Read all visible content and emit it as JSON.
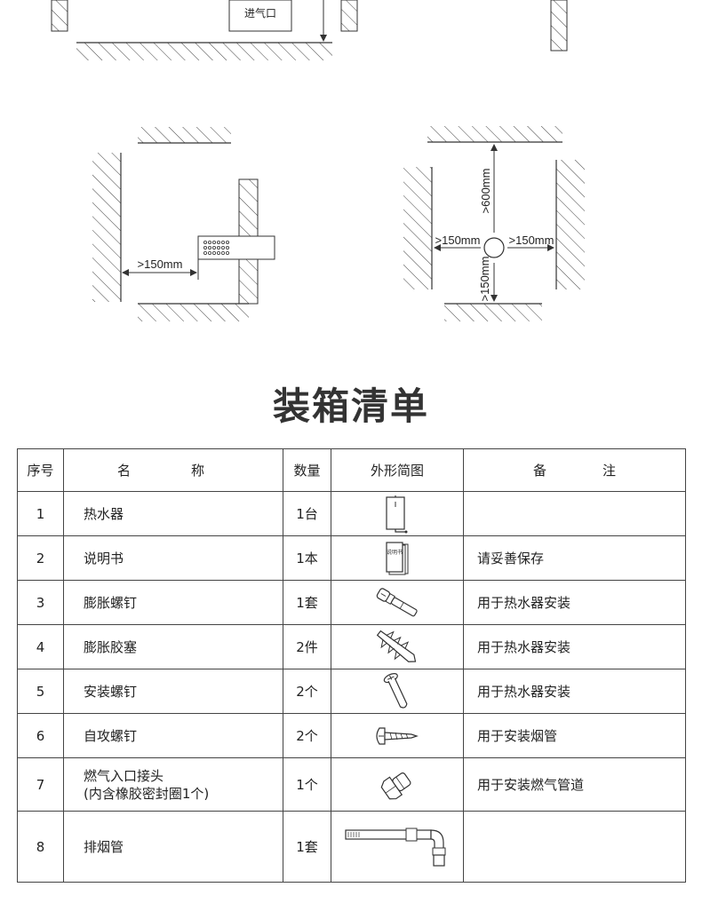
{
  "diagram": {
    "inlet_label": "进气口",
    "clearance_side": ">150mm",
    "clearance_top": ">600mm",
    "clearance_left": ">150mm",
    "clearance_right": ">150mm",
    "clearance_bottom": ">150mm"
  },
  "section_title": "装箱清单",
  "table": {
    "headers": {
      "no": "序号",
      "name_part1": "名",
      "name_part2": "称",
      "qty": "数量",
      "pic": "外形简图",
      "note_part1": "备",
      "note_part2": "注"
    },
    "rows": [
      {
        "no": "1",
        "name": "热水器",
        "name2": "",
        "qty": "1台",
        "icon": "water-heater-icon",
        "note": ""
      },
      {
        "no": "2",
        "name": "说明书",
        "name2": "",
        "qty": "1本",
        "icon": "manual-icon",
        "icon_text": "说明书",
        "note": "请妥善保存"
      },
      {
        "no": "3",
        "name": "膨胀螺钉",
        "name2": "",
        "qty": "1套",
        "icon": "expansion-bolt-icon",
        "note": "用于热水器安装"
      },
      {
        "no": "4",
        "name": "膨胀胶塞",
        "name2": "",
        "qty": "2件",
        "icon": "wall-plug-icon",
        "note": "用于热水器安装"
      },
      {
        "no": "5",
        "name": "安装螺钉",
        "name2": "",
        "qty": "2个",
        "icon": "mounting-screw-icon",
        "note": "用于热水器安装"
      },
      {
        "no": "6",
        "name": "自攻螺钉",
        "name2": "",
        "qty": "2个",
        "icon": "self-tapping-screw-icon",
        "note": "用于安装烟管"
      },
      {
        "no": "7",
        "name": "燃气入口接头",
        "name2": "(内含橡胶密封圈1个)",
        "qty": "1个",
        "icon": "gas-fitting-icon",
        "note": "用于安装燃气管道"
      },
      {
        "no": "8",
        "name": "排烟管",
        "name2": "",
        "qty": "1套",
        "icon": "flue-pipe-icon",
        "note": ""
      }
    ]
  }
}
